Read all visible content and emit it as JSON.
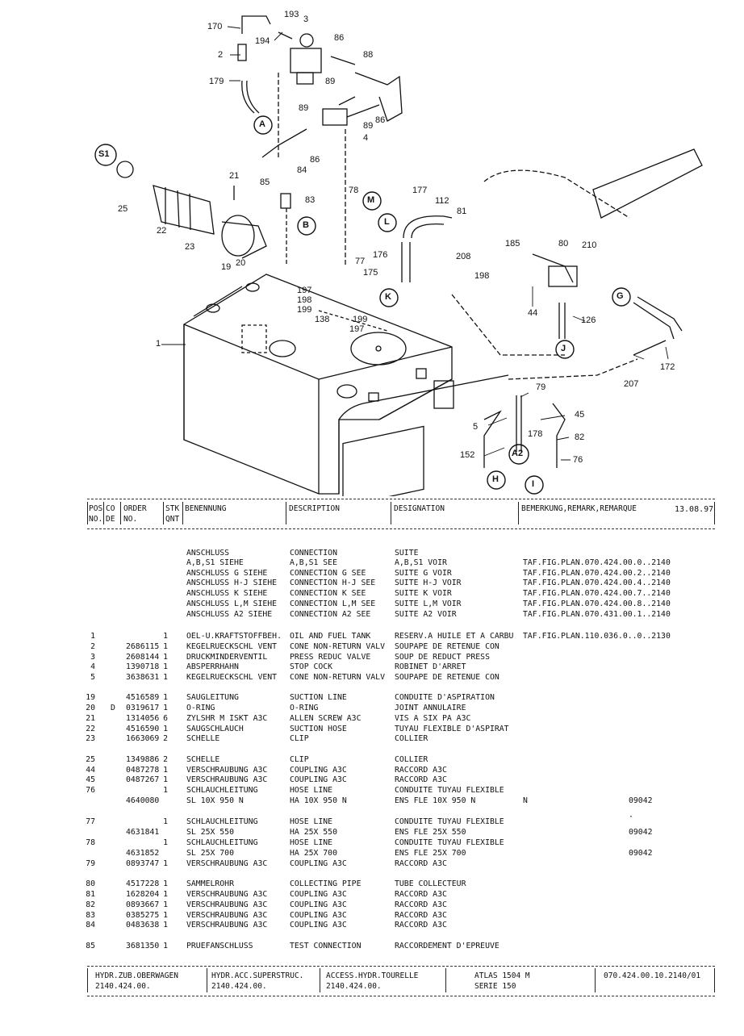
{
  "diagram": {
    "callouts": [
      "193",
      "3",
      "170",
      "194",
      "86",
      "88",
      "2",
      "89",
      "179",
      "89",
      "89",
      "86",
      "A",
      "4",
      "S1",
      "84",
      "86",
      "85",
      "21",
      "83",
      "25",
      "22",
      "23",
      "19",
      "20",
      "177",
      "112",
      "81",
      "78",
      "M",
      "B",
      "L",
      "77",
      "176",
      "208",
      "175",
      "198",
      "197",
      "198",
      "199",
      "K",
      "185",
      "80",
      "210",
      "44",
      "G",
      "126",
      "138",
      "199",
      "197",
      "J",
      "1",
      "172",
      "207",
      "79",
      "45",
      "5",
      "178",
      "82",
      "152",
      "A2",
      "76",
      "H",
      "I"
    ]
  },
  "header": {
    "pos": "POS",
    "no": "NO.",
    "co": "CO",
    "de": "DE",
    "order": "ORDER",
    "order_no": "NO.",
    "stk": "STK",
    "qnt": "QNT",
    "benennung": "BENENNUNG",
    "description": "DESCRIPTION",
    "designation": "DESIGNATION",
    "remark": "BEMERKUNG,REMARK,REMARQUE",
    "date": "13.08.97"
  },
  "rows": [
    {
      "pos": "",
      "co": "",
      "order": "",
      "qty": "",
      "de": "ANSCHLUSS",
      "en": "CONNECTION",
      "fr": "SUITE",
      "rem": "",
      "rem2": ""
    },
    {
      "pos": "",
      "co": "",
      "order": "",
      "qty": "",
      "de": "A,B,S1 SIEHE",
      "en": "A,B,S1 SEE",
      "fr": "A,B,S1 VOIR",
      "rem": "TAF.FIG.PLAN.070.424.00.0..2140",
      "rem2": ""
    },
    {
      "pos": "",
      "co": "",
      "order": "",
      "qty": "",
      "de": "ANSCHLUSS G SIEHE",
      "en": "CONNECTION G SEE",
      "fr": "SUITE G VOIR",
      "rem": "TAF.FIG.PLAN.070.424.00.2..2140",
      "rem2": ""
    },
    {
      "pos": "",
      "co": "",
      "order": "",
      "qty": "",
      "de": "ANSCHLUSS H-J SIEHE",
      "en": "CONNECTION H-J SEE",
      "fr": "SUITE H-J VOIR",
      "rem": "TAF.FIG.PLAN.070.424.00.4..2140",
      "rem2": ""
    },
    {
      "pos": "",
      "co": "",
      "order": "",
      "qty": "",
      "de": "ANSCHLUSS K SIEHE",
      "en": "CONNECTION K SEE",
      "fr": "SUITE K VOIR",
      "rem": "TAF.FIG.PLAN.070.424.00.7..2140",
      "rem2": ""
    },
    {
      "pos": "",
      "co": "",
      "order": "",
      "qty": "",
      "de": "ANSCHLUSS L,M SIEHE",
      "en": "CONNECTION L,M SEE",
      "fr": "SUITE L,M VOIR",
      "rem": "TAF.FIG.PLAN.070.424.00.8..2140",
      "rem2": ""
    },
    {
      "pos": "",
      "co": "",
      "order": "",
      "qty": "",
      "de": "ANSCHLUSS A2 SIEHE",
      "en": "CONNECTION A2 SEE",
      "fr": "SUITE A2 VOIR",
      "rem": "TAF.FIG.PLAN.070.431.00.1..2140",
      "rem2": ""
    },
    {
      "pos": "1",
      "co": "",
      "order": "",
      "qty": "1",
      "de": "OEL-U.KRAFTSTOFFBEH.",
      "en": "OIL AND FUEL TANK",
      "fr": "RESERV.A HUILE ET A CARBU",
      "rem": "TAF.FIG.PLAN.110.036.0..0..2130",
      "rem2": ""
    },
    {
      "pos": "2",
      "co": "",
      "order": "2686115",
      "qty": "1",
      "de": "KEGELRUECKSCHL VENT",
      "en": "CONE NON-RETURN VALV",
      "fr": "SOUPAPE DE RETENUE CON",
      "rem": "",
      "rem2": ""
    },
    {
      "pos": "3",
      "co": "",
      "order": "2608144",
      "qty": "1",
      "de": "DRUCKMINDERVENTIL",
      "en": "PRESS REDUC VALVE",
      "fr": "SOUP DE REDUCT PRESS",
      "rem": "",
      "rem2": ""
    },
    {
      "pos": "4",
      "co": "",
      "order": "1390718",
      "qty": "1",
      "de": "ABSPERRHAHN",
      "en": "STOP COCK",
      "fr": "ROBINET D'ARRET",
      "rem": "",
      "rem2": ""
    },
    {
      "pos": "5",
      "co": "",
      "order": "3638631",
      "qty": "1",
      "de": "KEGELRUECKSCHL VENT",
      "en": "CONE NON-RETURN VALV",
      "fr": "SOUPAPE DE RETENUE CON",
      "rem": "",
      "rem2": ""
    },
    {
      "pos": "19",
      "co": "",
      "order": "4516589",
      "qty": "1",
      "de": "SAUGLEITUNG",
      "en": "SUCTION LINE",
      "fr": "CONDUITE D'ASPIRATION",
      "rem": "",
      "rem2": ""
    },
    {
      "pos": "20",
      "co": "D",
      "order": "0319617",
      "qty": "1",
      "de": "O-RING",
      "en": "O-RING",
      "fr": "JOINT ANNULAIRE",
      "rem": "",
      "rem2": ""
    },
    {
      "pos": "21",
      "co": "",
      "order": "1314056",
      "qty": "6",
      "de": "ZYLSHR M ISKT A3C",
      "en": "ALLEN SCREW A3C",
      "fr": "VIS A SIX PA A3C",
      "rem": "",
      "rem2": ""
    },
    {
      "pos": "22",
      "co": "",
      "order": "4516590",
      "qty": "1",
      "de": "SAUGSCHLAUCH",
      "en": "SUCTION HOSE",
      "fr": "TUYAU FLEXIBLE D'ASPIRAT",
      "rem": "",
      "rem2": ""
    },
    {
      "pos": "23",
      "co": "",
      "order": "1663069",
      "qty": "2",
      "de": "SCHELLE",
      "en": "CLIP",
      "fr": "COLLIER",
      "rem": "",
      "rem2": ""
    },
    {
      "pos": "25",
      "co": "",
      "order": "1349886",
      "qty": "2",
      "de": "SCHELLE",
      "en": "CLIP",
      "fr": "COLLIER",
      "rem": "",
      "rem2": ""
    },
    {
      "pos": "44",
      "co": "",
      "order": "0487278",
      "qty": "1",
      "de": "VERSCHRAUBUNG A3C",
      "en": "COUPLING A3C",
      "fr": "RACCORD A3C",
      "rem": "",
      "rem2": ""
    },
    {
      "pos": "45",
      "co": "",
      "order": "0487267",
      "qty": "1",
      "de": "VERSCHRAUBUNG A3C",
      "en": "COUPLING A3C",
      "fr": "RACCORD A3C",
      "rem": "",
      "rem2": ""
    },
    {
      "pos": "76",
      "co": "",
      "order": "",
      "qty": "1",
      "de": "SCHLAUCHLEITUNG",
      "en": "HOSE LINE",
      "fr": "CONDUITE TUYAU FLEXIBLE",
      "rem": "",
      "rem2": ""
    },
    {
      "pos": "",
      "co": "",
      "order": "4640080",
      "qty": "",
      "de": "SL 10X 950 N",
      "en": "HA 10X 950 N",
      "fr": "ENS FLE 10X 950 N",
      "rem": "N",
      "rem2": "09042"
    },
    {
      "pos": "77",
      "co": "",
      "order": "",
      "qty": "1",
      "de": "SCHLAUCHLEITUNG",
      "en": "HOSE LINE",
      "fr": "CONDUITE TUYAU FLEXIBLE",
      "rem": "",
      "rem2": "·"
    },
    {
      "pos": "",
      "co": "",
      "order": "4631841",
      "qty": "",
      "de": "SL 25X 550",
      "en": "HA 25X 550",
      "fr": "ENS FLE 25X 550",
      "rem": "",
      "rem2": "09042"
    },
    {
      "pos": "78",
      "co": "",
      "order": "",
      "qty": "1",
      "de": "SCHLAUCHLEITUNG",
      "en": "HOSE LINE",
      "fr": "CONDUITE TUYAU FLEXIBLE",
      "rem": "",
      "rem2": ""
    },
    {
      "pos": "",
      "co": "",
      "order": "4631852",
      "qty": "",
      "de": "SL 25X 700",
      "en": "HA 25X 700",
      "fr": "ENS FLE 25X 700",
      "rem": "",
      "rem2": "09042"
    },
    {
      "pos": "79",
      "co": "",
      "order": "0893747",
      "qty": "1",
      "de": "VERSCHRAUBUNG A3C",
      "en": "COUPLING A3C",
      "fr": "RACCORD A3C",
      "rem": "",
      "rem2": ""
    },
    {
      "pos": "80",
      "co": "",
      "order": "4517228",
      "qty": "1",
      "de": "SAMMELROHR",
      "en": "COLLECTING PIPE",
      "fr": "TUBE COLLECTEUR",
      "rem": "",
      "rem2": ""
    },
    {
      "pos": "81",
      "co": "",
      "order": "1628204",
      "qty": "1",
      "de": "VERSCHRAUBUNG A3C",
      "en": "COUPLING A3C",
      "fr": "RACCORD A3C",
      "rem": "",
      "rem2": ""
    },
    {
      "pos": "82",
      "co": "",
      "order": "0893667",
      "qty": "1",
      "de": "VERSCHRAUBUNG A3C",
      "en": "COUPLING A3C",
      "fr": "RACCORD A3C",
      "rem": "",
      "rem2": ""
    },
    {
      "pos": "83",
      "co": "",
      "order": "0385275",
      "qty": "1",
      "de": "VERSCHRAUBUNG A3C",
      "en": "COUPLING A3C",
      "fr": "RACCORD A3C",
      "rem": "",
      "rem2": ""
    },
    {
      "pos": "84",
      "co": "",
      "order": "0483638",
      "qty": "1",
      "de": "VERSCHRAUBUNG A3C",
      "en": "COUPLING A3C",
      "fr": "RACCORD A3C",
      "rem": "",
      "rem2": ""
    },
    {
      "pos": "85",
      "co": "",
      "order": "3681350",
      "qty": "1",
      "de": "PRUEFANSCHLUSS",
      "en": "TEST CONNECTION",
      "fr": "RACCORDEMENT D'EPREUVE",
      "rem": "",
      "rem2": ""
    }
  ],
  "footer": {
    "f1a": "HYDR.ZUB.OBERWAGEN",
    "f1b": "2140.424.00.",
    "f2a": "HYDR.ACC.SUPERSTRUC.",
    "f2b": "2140.424.00.",
    "f3a": "ACCESS.HYDR.TOURELLE",
    "f3b": "2140.424.00.",
    "f4a": "ATLAS 1504 M",
    "f4b": "SERIE 150",
    "f5": "070.424.00.10.2140/01"
  }
}
